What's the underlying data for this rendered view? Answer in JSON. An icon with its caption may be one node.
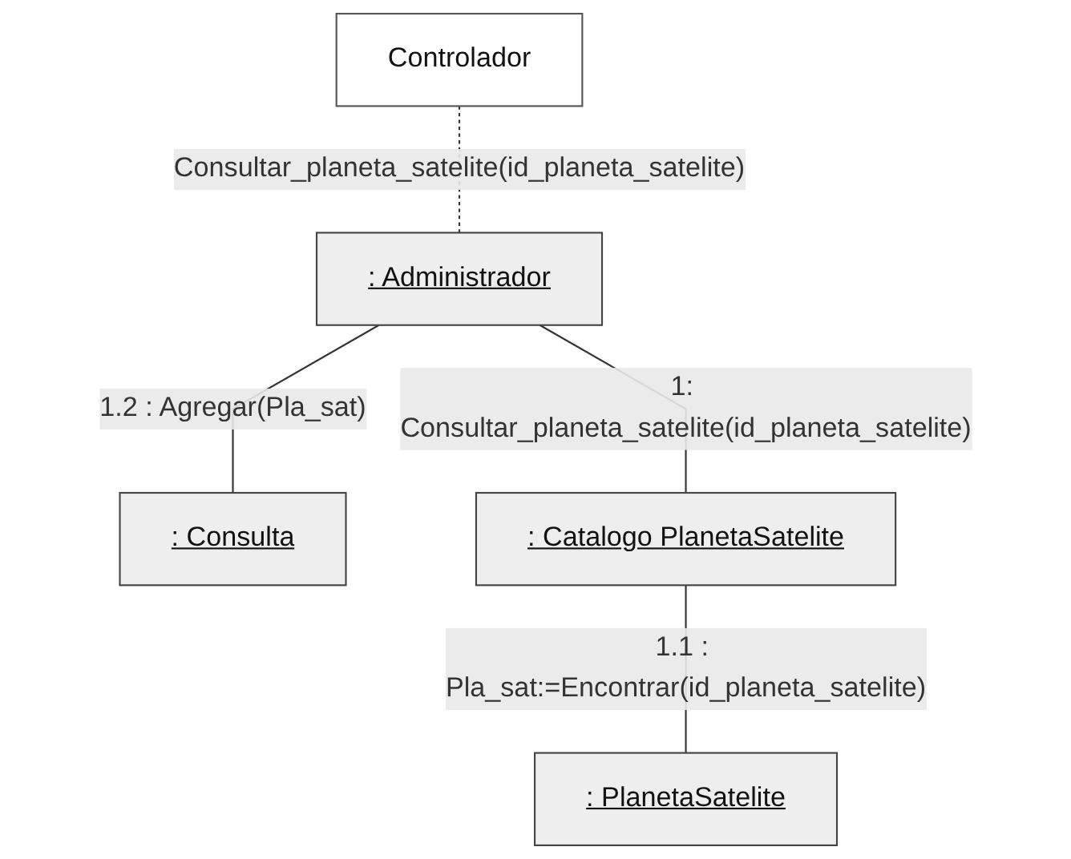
{
  "diagram": {
    "nodes": [
      {
        "text": [
          "Controlador"
        ]
      },
      {
        "text": [
          ": Administrador"
        ]
      },
      {
        "text": [
          ": Consulta"
        ]
      },
      {
        "text": [
          ": Catalogo PlanetaSatelite"
        ]
      },
      {
        "text": [
          ": PlanetaSatelite"
        ]
      }
    ],
    "edges": [
      {
        "from": 0,
        "to": 1,
        "arrow": "none",
        "style": "dashed",
        "label": "Consultar_planeta_satelite(id_planeta_satelite)"
      },
      {
        "from": 1,
        "to": 2,
        "arrow": "none",
        "label": "1.2 : Agregar(Pla_sat)"
      },
      {
        "from": 1,
        "to": 3,
        "arrow": "none",
        "label": "1: Consultar_planeta_satelite(id_planeta_satelite)"
      },
      {
        "from": 3,
        "to": 4,
        "arrow": "none",
        "label": "1.1 : Pla_sat:=Encontrar(id_planeta_satelite)"
      }
    ]
  }
}
